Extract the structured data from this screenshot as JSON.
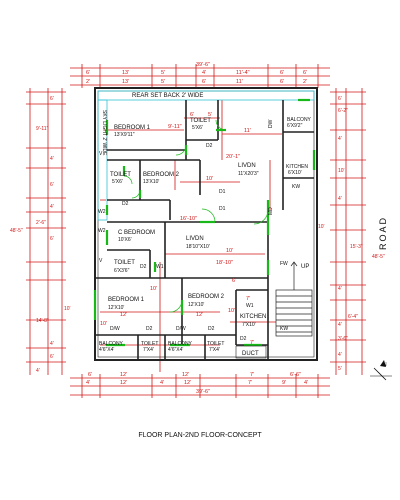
{
  "caption": "FLOOR  PLAN-2ND FLOOR-CONCEPT",
  "road_label": "ROAD",
  "north_label": "N",
  "rooms": [
    {
      "name": "REAR SET BACK 2' WIDE"
    },
    {
      "name": "SKY LIGHT 2' WIDE"
    },
    {
      "name": "BEDROOM 1",
      "size": "13'X9'11\""
    },
    {
      "name": "TOILET",
      "size": "5'X6'"
    },
    {
      "name": "BALCONY",
      "size": "6'X9'2\""
    },
    {
      "name": "BEDROOM 2",
      "size": "13'X10'"
    },
    {
      "name": "TOILET",
      "size": "5'X6'"
    },
    {
      "name": "LIVDN",
      "size": "11'X20'3\""
    },
    {
      "name": "KITCHEN",
      "size": "6'X10'"
    },
    {
      "name": "C BEDROOM",
      "size": "10'X6'"
    },
    {
      "name": "LIVDN",
      "size": "18'10\"X10'"
    },
    {
      "name": "TOILET",
      "size": "6'X3'6\""
    },
    {
      "name": "BEDROOM 1",
      "size": "12'X10'"
    },
    {
      "name": "BEDROOM 2",
      "size": "12'X10'"
    },
    {
      "name": "KITCHEN",
      "size": "7'X10'"
    },
    {
      "name": "BALCONY",
      "size": "4'6\"X4'"
    },
    {
      "name": "TOILET",
      "size": "7'X4'"
    },
    {
      "name": "BALCONY",
      "size": "4'6\"X4'"
    },
    {
      "name": "TOILET",
      "size": "7'X4'"
    },
    {
      "name": "DUCT"
    },
    {
      "name": "UP"
    }
  ],
  "tags": {
    "dw": "DW",
    "d1": "D1",
    "d2": "D2",
    "w1": "W1",
    "w2": "W2",
    "kw": "KW",
    "md": "MD",
    "fw": "FW",
    "v": "V",
    "dw2": "D/W",
    "d2d": "D2"
  },
  "top_dims": {
    "overall": "39'-6\"",
    "row2": [
      "6'",
      "13'",
      "5'",
      "4'",
      "11'-4\"",
      "6'",
      "6'"
    ],
    "row3": [
      "2'",
      "13'",
      "5'",
      "6'",
      "11'",
      "6'",
      "2'"
    ]
  },
  "bottom_dims": {
    "row1": [
      "6'",
      "12'",
      "12'",
      "7'",
      "6'-6\""
    ],
    "row2": [
      "4'",
      "12'",
      "4'",
      "12'",
      "7'",
      "9'",
      "4'"
    ],
    "overall": "39'-6\""
  },
  "left_dims": [
    "6'",
    "9'-11\"",
    "4'",
    "6'",
    "2'-6\"",
    "4'",
    "6'",
    "10'",
    "14'-8\"",
    "4'",
    "6'",
    "4'"
  ],
  "left_overall": "48'-5\"",
  "right_dims": [
    "6'-2\"",
    "6'",
    "10'",
    "4'",
    "4'",
    "10'",
    "15'-3\"",
    "4'",
    "6'-4\"",
    "4'",
    "3'-6\"",
    "4'",
    "5'"
  ],
  "right_overall": "48'-5\"",
  "inner_dims": [
    "9'-11\"",
    "6'",
    "5'",
    "20'-1\"",
    "11'",
    "10'",
    "16'-10\"",
    "10'",
    "18'-10\"",
    "10'",
    "12'",
    "12'",
    "10'",
    "10'",
    "7'",
    "7'",
    "6'"
  ]
}
